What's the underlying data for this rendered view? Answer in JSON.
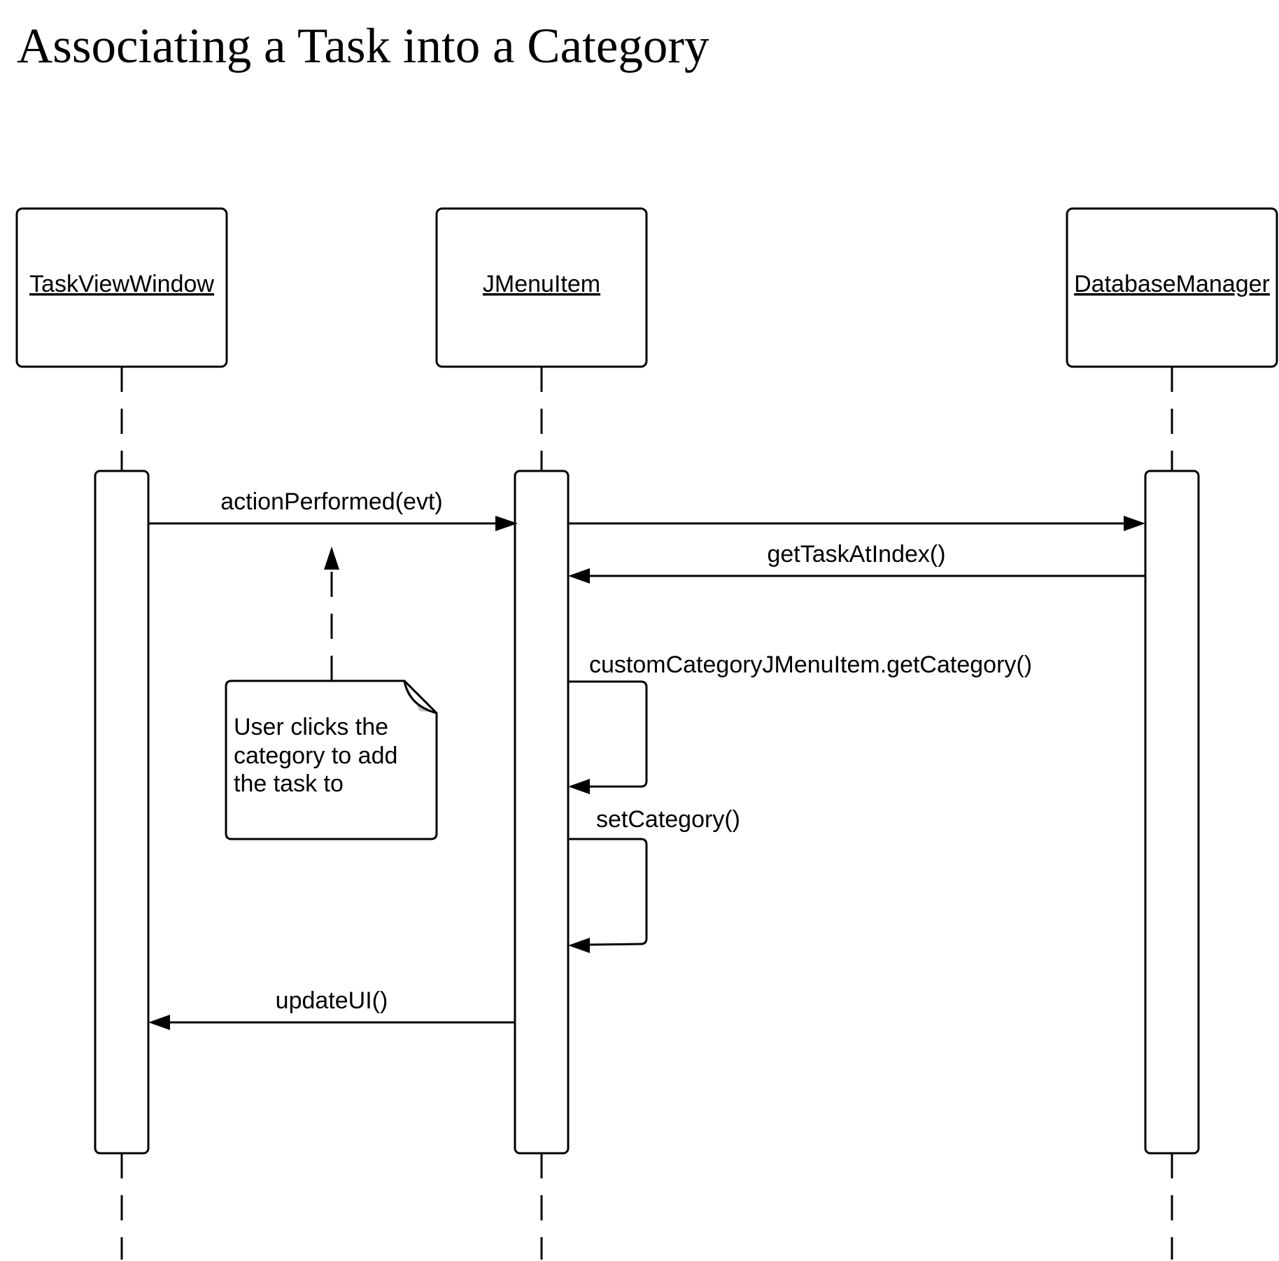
{
  "title": "Associating a Task into a Category",
  "participants": [
    {
      "id": "taskview",
      "label": "TaskViewWindow"
    },
    {
      "id": "jmenu",
      "label": "JMenuItem"
    },
    {
      "id": "dbmgr",
      "label": "DatabaseManager"
    }
  ],
  "messages": [
    {
      "id": "m1",
      "from": "taskview",
      "to": "jmenu",
      "label": "actionPerformed(evt)"
    },
    {
      "id": "m2",
      "from": "jmenu",
      "to": "dbmgr",
      "label": ""
    },
    {
      "id": "m3",
      "from": "dbmgr",
      "to": "jmenu",
      "label": "getTaskAtIndex()"
    },
    {
      "id": "m4",
      "from": "jmenu",
      "to": "jmenu",
      "label": "customCategoryJMenuItem.getCategory()"
    },
    {
      "id": "m5",
      "from": "jmenu",
      "to": "jmenu",
      "label": "setCategory()"
    },
    {
      "id": "m6",
      "from": "jmenu",
      "to": "taskview",
      "label": "updateUI()"
    }
  ],
  "note": {
    "lines": [
      "User clicks the",
      "category to add",
      "the task to"
    ],
    "fold_color": "#c0c0c0",
    "points_to": "m1"
  },
  "colors": {
    "stroke": "#000000",
    "background": "#ffffff"
  }
}
